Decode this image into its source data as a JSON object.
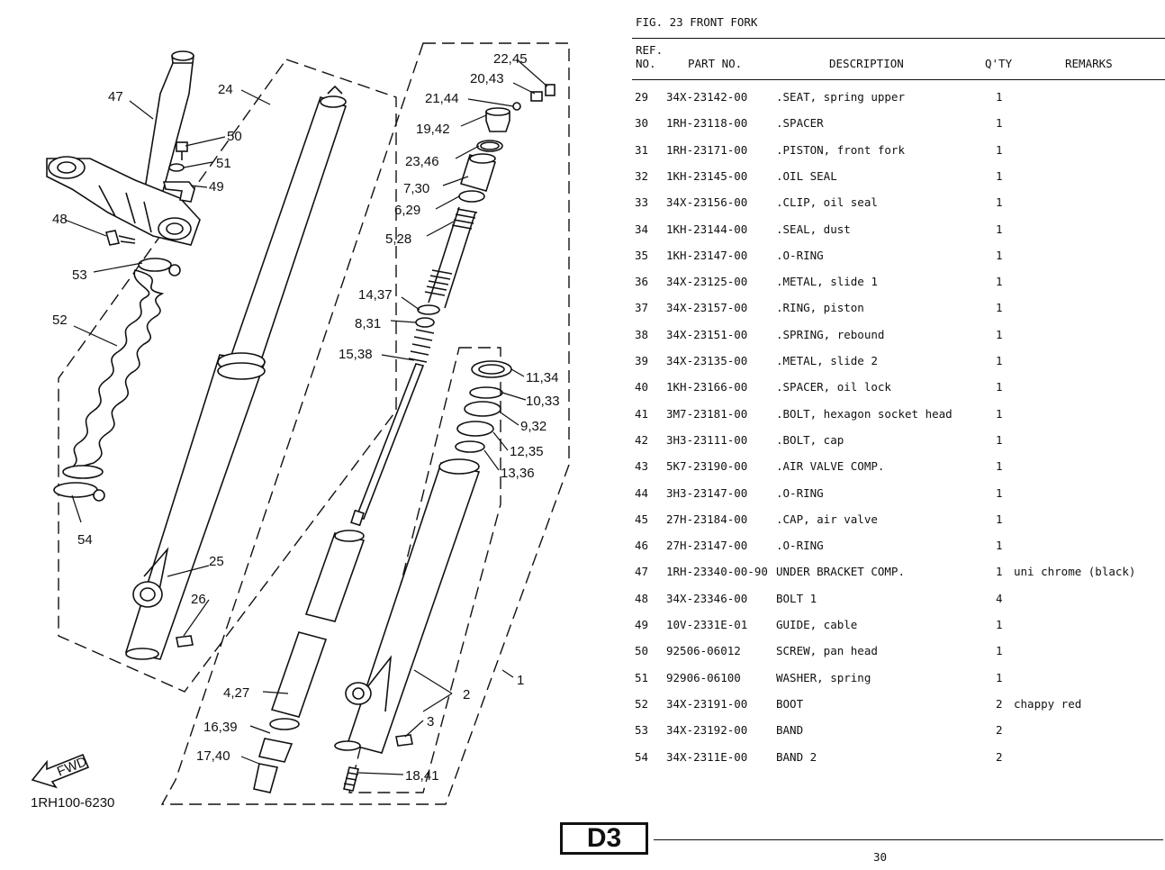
{
  "diagram": {
    "drawing_code": "1RH100-6230",
    "fwd_label": "FWD",
    "callouts": {
      "c1": "1",
      "c2": "2",
      "c3": "3",
      "c4_27": "4,27",
      "c5_28": "5,28",
      "c6_29": "6,29",
      "c7_30": "7,30",
      "c8_31": "8,31",
      "c9_32": "9,32",
      "c10_33": "10,33",
      "c11_34": "11,34",
      "c12_35": "12,35",
      "c13_36": "13,36",
      "c14_37": "14,37",
      "c15_38": "15,38",
      "c16_39": "16,39",
      "c17_40": "17,40",
      "c18_41": "18,41",
      "c19_42": "19,42",
      "c20_43": "20,43",
      "c21_44": "21,44",
      "c22_45": "22,45",
      "c23_46": "23,46",
      "c24": "24",
      "c25": "25",
      "c26": "26",
      "c47": "47",
      "c48": "48",
      "c49": "49",
      "c50": "50",
      "c51": "51",
      "c52": "52",
      "c53": "53",
      "c54": "54"
    }
  },
  "parts_list": {
    "figure_title": "FIG. 23  FRONT FORK",
    "headers": {
      "ref_line1": "REF.",
      "ref_line2": "NO.",
      "part_no": "PART NO.",
      "description": "DESCRIPTION",
      "qty": "Q'TY",
      "remarks": "REMARKS"
    },
    "rows": [
      {
        "ref": "29",
        "part": "34X-23142-00",
        "desc": ".SEAT, spring upper",
        "qty": "1",
        "remarks": ""
      },
      {
        "ref": "30",
        "part": "1RH-23118-00",
        "desc": ".SPACER",
        "qty": "1",
        "remarks": ""
      },
      {
        "ref": "31",
        "part": "1RH-23171-00",
        "desc": ".PISTON, front fork",
        "qty": "1",
        "remarks": ""
      },
      {
        "ref": "32",
        "part": "1KH-23145-00",
        "desc": ".OIL SEAL",
        "qty": "1",
        "remarks": ""
      },
      {
        "ref": "33",
        "part": "34X-23156-00",
        "desc": ".CLIP, oil seal",
        "qty": "1",
        "remarks": ""
      },
      {
        "ref": "34",
        "part": "1KH-23144-00",
        "desc": ".SEAL, dust",
        "qty": "1",
        "remarks": ""
      },
      {
        "ref": "35",
        "part": "1KH-23147-00",
        "desc": ".O-RING",
        "qty": "1",
        "remarks": ""
      },
      {
        "ref": "36",
        "part": "34X-23125-00",
        "desc": ".METAL, slide 1",
        "qty": "1",
        "remarks": ""
      },
      {
        "ref": "37",
        "part": "34X-23157-00",
        "desc": ".RING, piston",
        "qty": "1",
        "remarks": ""
      },
      {
        "ref": "38",
        "part": "34X-23151-00",
        "desc": ".SPRING, rebound",
        "qty": "1",
        "remarks": ""
      },
      {
        "ref": "39",
        "part": "34X-23135-00",
        "desc": ".METAL, slide 2",
        "qty": "1",
        "remarks": ""
      },
      {
        "ref": "40",
        "part": "1KH-23166-00",
        "desc": ".SPACER, oil lock",
        "qty": "1",
        "remarks": ""
      },
      {
        "ref": "41",
        "part": "3M7-23181-00",
        "desc": ".BOLT, hexagon socket head",
        "qty": "1",
        "remarks": ""
      },
      {
        "ref": "42",
        "part": "3H3-23111-00",
        "desc": ".BOLT, cap",
        "qty": "1",
        "remarks": ""
      },
      {
        "ref": "43",
        "part": "5K7-23190-00",
        "desc": ".AIR VALVE COMP.",
        "qty": "1",
        "remarks": ""
      },
      {
        "ref": "44",
        "part": "3H3-23147-00",
        "desc": ".O-RING",
        "qty": "1",
        "remarks": ""
      },
      {
        "ref": "45",
        "part": "27H-23184-00",
        "desc": ".CAP, air valve",
        "qty": "1",
        "remarks": ""
      },
      {
        "ref": "46",
        "part": "27H-23147-00",
        "desc": ".O-RING",
        "qty": "1",
        "remarks": ""
      },
      {
        "ref": "47",
        "part": "1RH-23340-00-90",
        "desc": "UNDER BRACKET COMP.",
        "qty": "1",
        "remarks": "uni chrome (black)"
      },
      {
        "ref": "48",
        "part": "34X-23346-00",
        "desc": "BOLT 1",
        "qty": "4",
        "remarks": ""
      },
      {
        "ref": "49",
        "part": "10V-2331E-01",
        "desc": "GUIDE, cable",
        "qty": "1",
        "remarks": ""
      },
      {
        "ref": "50",
        "part": "92506-06012",
        "desc": "SCREW, pan head",
        "qty": "1",
        "remarks": ""
      },
      {
        "ref": "51",
        "part": "92906-06100",
        "desc": "WASHER, spring",
        "qty": "1",
        "remarks": ""
      },
      {
        "ref": "52",
        "part": "34X-23191-00",
        "desc": "BOOT",
        "qty": "2",
        "remarks": "chappy red"
      },
      {
        "ref": "53",
        "part": "34X-23192-00",
        "desc": "BAND",
        "qty": "2",
        "remarks": ""
      },
      {
        "ref": "54",
        "part": "34X-2311E-00",
        "desc": "BAND 2",
        "qty": "2",
        "remarks": ""
      }
    ]
  },
  "footer": {
    "section_badge": "D3",
    "page_number": "30"
  }
}
